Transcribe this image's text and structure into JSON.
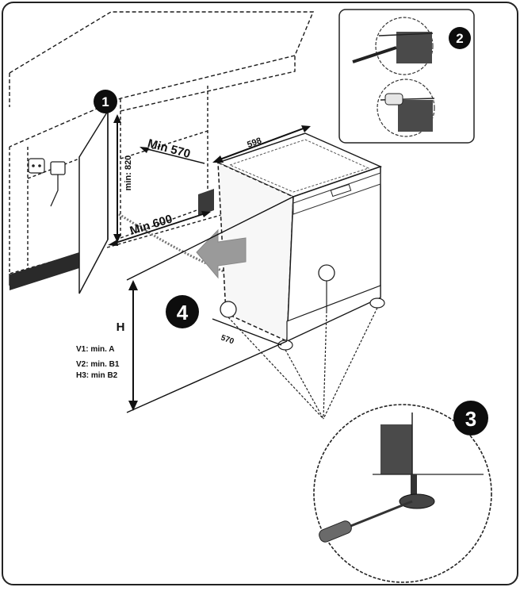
{
  "callouts": {
    "step1": "1",
    "step2": "2",
    "step3": "3",
    "step4": "4"
  },
  "dimensions": {
    "min_570": "Min 570",
    "min_600": "Min 600",
    "min_820": "min: 820",
    "width_598": "598",
    "depth_570": "570",
    "height_h": "H"
  },
  "notes": {
    "v1": "V1: min. A",
    "v2": "V2: min. B1",
    "h3": "H3: min B2"
  },
  "colors": {
    "line": "#1a1a1a",
    "badge": "#0d0d0d",
    "arrow_fill": "#9a9a9a",
    "panel_dark": "#3a3a3a",
    "wall_light": "#f4f4f4",
    "floor_fill": "#fafafa"
  }
}
